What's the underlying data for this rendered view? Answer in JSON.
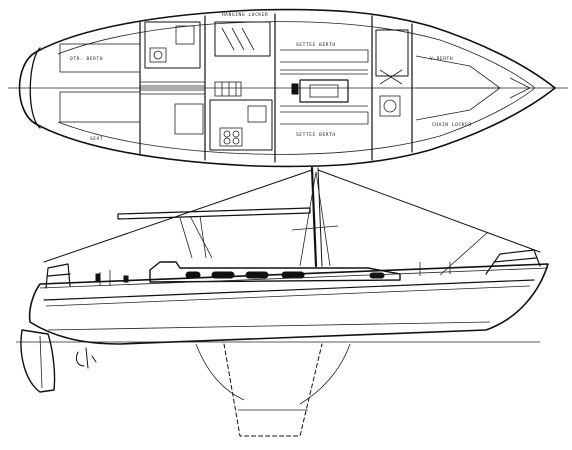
{
  "diagram": {
    "kind": "sailboat-plan",
    "views": [
      "accommodation-plan",
      "sail-and-profile-plan"
    ],
    "accommodation_labels": [
      "QTR. BERTH",
      "HANGING LOCKER",
      "SEAT",
      "SETTEE BERTH",
      "SETTEE BERTH",
      "V-BERTH",
      "CHAIN LOCKER"
    ],
    "ink_color": "#111111",
    "paper_color": "#ffffff"
  }
}
